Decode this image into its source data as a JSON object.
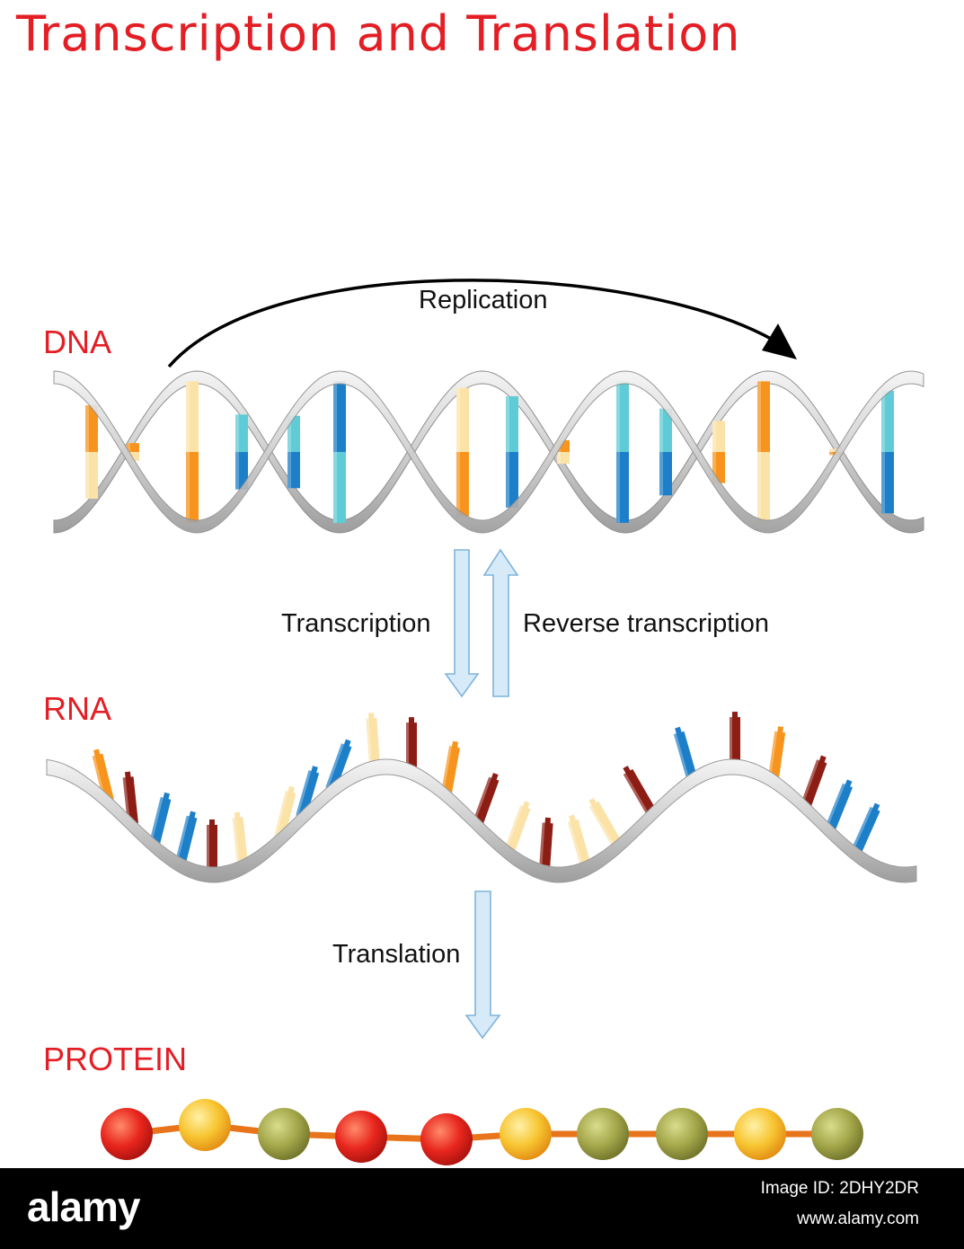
{
  "title": "Transcription and Translation",
  "sections": {
    "dna": "DNA",
    "rna": "RNA",
    "protein": "PROTEIN"
  },
  "processes": {
    "replication": "Replication",
    "transcription": "Transcription",
    "reverse_transcription": "Reverse transcription",
    "translation": "Translation"
  },
  "colors": {
    "title": "#e31e24",
    "orange": "#f7941d",
    "cream": "#fbe3a8",
    "cyan": "#5fcbd6",
    "blue": "#1e7fc9",
    "maroon": "#8c1d14",
    "red_bead": "#e8261e",
    "yellow_bead": "#f7c531",
    "olive_bead": "#a4a74a",
    "arrow_fill": "#d7eaf8",
    "arrow_stroke": "#7fb3dc"
  },
  "footer": {
    "brand": "alamy",
    "image_id": "Image ID: 2DHY2DR",
    "url": "www.alamy.com"
  }
}
